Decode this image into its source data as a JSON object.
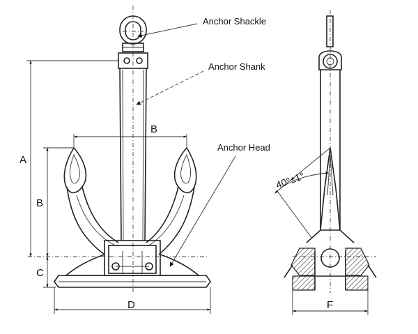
{
  "labels": {
    "shackle": "Anchor Shackle",
    "shank": "Anchor Shank",
    "head": "Anchor Head"
  },
  "dimensions": {
    "a": "A",
    "b_width": "B",
    "b_height": "B",
    "c": "C",
    "d": "D",
    "f": "F"
  },
  "angle": "40°±1°",
  "colors": {
    "line": "#222222",
    "background": "#ffffff"
  }
}
